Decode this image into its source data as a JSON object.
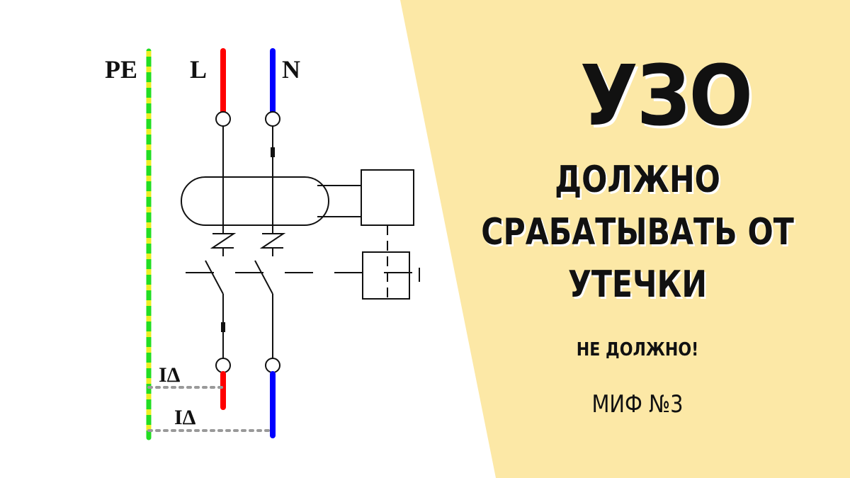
{
  "headline": {
    "title": "УЗО",
    "lines": [
      "ДОЛЖНО",
      "СРАБАТЫВАТЬ ОТ",
      "УТЕЧКИ"
    ],
    "subtext": "НЕ ДОЛЖНО!",
    "myth": "МИФ №3"
  },
  "diagram": {
    "labels": {
      "pe": "PE",
      "l": "L",
      "n": "N",
      "leak_1": "IΔ",
      "leak_2": "IΔ"
    }
  },
  "colors": {
    "panel": "#FCE8A6",
    "phase_wire": "#FF0000",
    "neutral_wire": "#0000FF",
    "pe_green": "#22DD22",
    "pe_yellow": "#EEEE22",
    "leak_path": "#999999",
    "line": "#111111"
  }
}
